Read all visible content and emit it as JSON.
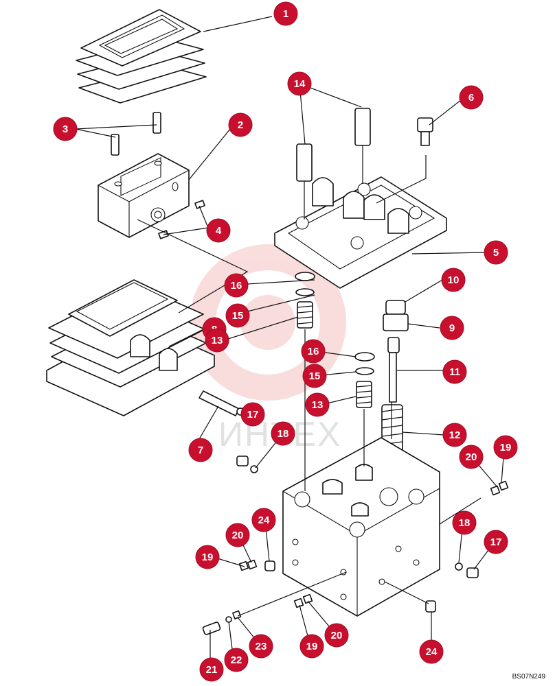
{
  "diagram": {
    "drawing_code": "BS07N249",
    "watermark_text": "ИНТЕХ",
    "colors": {
      "callout": "#c8102e",
      "line": "#111111",
      "watermark": "#f4c2c2"
    },
    "callouts": [
      "1",
      "2",
      "3",
      "4",
      "5",
      "6",
      "7",
      "8",
      "9",
      "10",
      "11",
      "12",
      "13",
      "13",
      "14",
      "15",
      "15",
      "16",
      "16",
      "17",
      "17",
      "18",
      "18",
      "19",
      "19",
      "19",
      "20",
      "20",
      "20",
      "21",
      "22",
      "23",
      "24",
      "24"
    ]
  }
}
